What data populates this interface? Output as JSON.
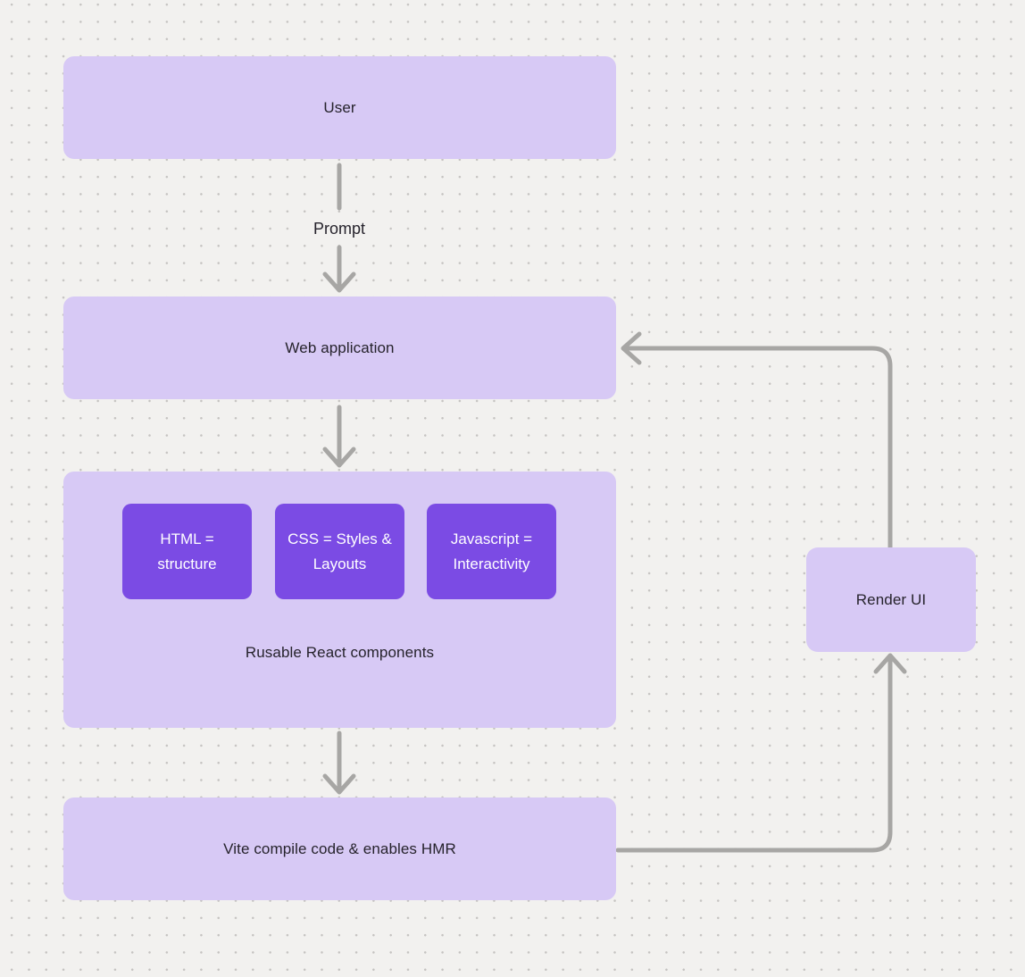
{
  "colors": {
    "background": "#f2f1ef",
    "dot": "#c5c3c1",
    "box_light": "#d7c9f5",
    "box_accent": "#7b4be4",
    "connector": "#a7a6a4",
    "text_dark": "#26232c",
    "text_light": "#ffffff"
  },
  "nodes": {
    "user": {
      "label": "User"
    },
    "web_application": {
      "label": "Web application"
    },
    "components_group": {
      "caption": "Rusable React components",
      "items": [
        {
          "label": "HTML = structure"
        },
        {
          "label": "CSS = Styles & Layouts"
        },
        {
          "label": "Javascript = Interactivity"
        }
      ]
    },
    "vite": {
      "label": "Vite compile code & enables HMR"
    },
    "render_ui": {
      "label": "Render UI"
    }
  },
  "edges": {
    "prompt": {
      "label": "Prompt"
    }
  }
}
